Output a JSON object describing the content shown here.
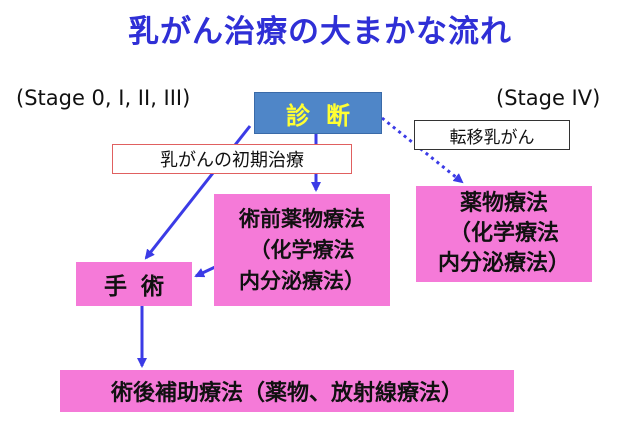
{
  "title": "乳がん治療の大まかな流れ",
  "stage_left": "(Stage 0, I, II, III)",
  "stage_right": "(Stage IV)",
  "nodes": {
    "diagnosis": "診断",
    "metastatic": "転移乳がん",
    "initial_treatment": "乳がんの初期治療",
    "preop_therapy": "術前薬物療法\n（化学療法\n内分泌療法）",
    "drug_therapy": "薬物療法\n（化学療法\n内分泌療法）",
    "surgery": "手術",
    "postop_therapy": "術後補助療法（薬物、放射線療法）"
  },
  "colors": {
    "title": "#2f2fd6",
    "arrow": "#3b3be6",
    "diagnosis_fill": "#4f86c8",
    "diagnosis_text": "#ffff33",
    "pink_fill": "#f57ad8",
    "initial_border": "#e06060"
  }
}
